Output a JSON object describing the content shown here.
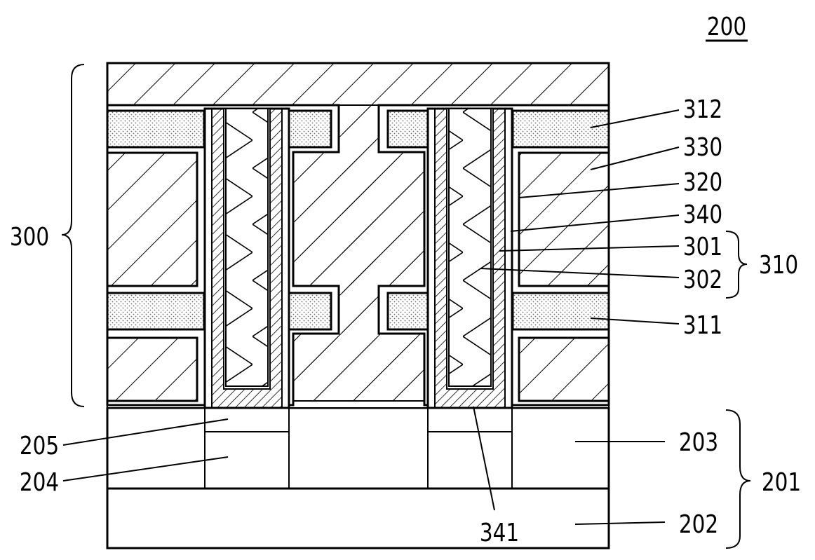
{
  "figure": {
    "number": "200",
    "labels": {
      "l300": "300",
      "l312": "312",
      "l330": "330",
      "l320": "320",
      "l340": "340",
      "l301": "301",
      "l302": "302",
      "l310": "310",
      "l311": "311",
      "l205": "205",
      "l203": "203",
      "l204": "204",
      "l201": "201",
      "l341": "341",
      "l202": "202"
    }
  },
  "colors": {
    "line": "#000000",
    "dots": "#6e6e6e",
    "background": "#ffffff"
  }
}
